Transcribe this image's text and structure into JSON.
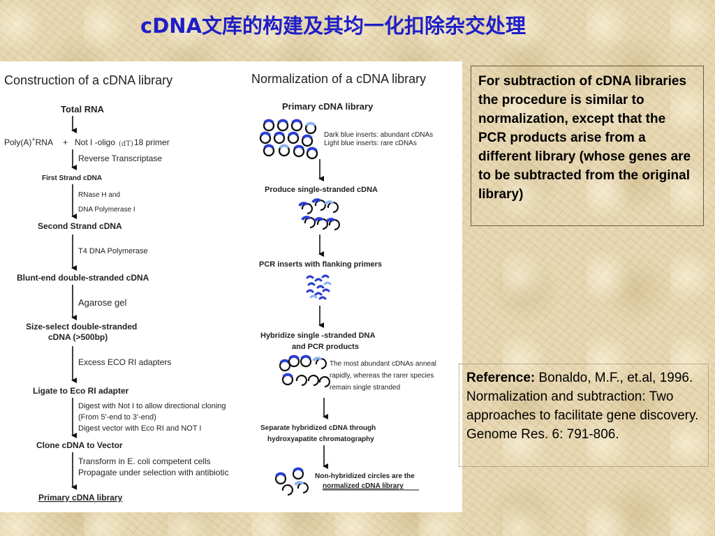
{
  "slide_title": "cDNA文库的构建及其均一化扣除杂交处理",
  "left_flow": {
    "heading": "Construction of a cDNA library",
    "total_rna": "Total RNA",
    "polya_rna": "Poly(A)",
    "polya_sup": "+",
    "polya_rna_suffix": "RNA",
    "plus": "+",
    "primer": "Not I -oligo",
    "primer_dt": "(dT)",
    "primer_suffix": "18 primer",
    "reverse_transcriptase": "Reverse Transcriptase",
    "first_strand": "First Strand cDNA",
    "rnase_h": "RNase H and",
    "dna_polymerase": "DNA Polymerase I",
    "second_strand": "Second Strand cDNA",
    "t4_polymerase": "T4 DNA Polymerase",
    "blunt_end": "Blunt-end double-stranded cDNA",
    "agarose_gel": "Agarose gel",
    "size_select_1": "Size-select double-stranded",
    "size_select_2": "cDNA (>500bp)",
    "excess_adapters": "Excess ECO RI adapters",
    "ligate": "Ligate to Eco RI adapter",
    "digest_1": "Digest with Not I to allow directional cloning",
    "digest_2": "(From 5'-end to 3'-end)",
    "digest_3": "Digest vector with Eco RI and NOT I",
    "clone": "Clone cDNA to Vector",
    "transform": "Transform in E. coli competent cells",
    "propagate": "Propagate under selection with antibiotic",
    "primary_library": "Primary cDNA library"
  },
  "right_flow": {
    "heading": "Normalization of a cDNA library",
    "primary_library": "Primary cDNA library",
    "dark_blue_legend": "Dark blue inserts: abundant cDNAs",
    "light_blue_legend": "Light blue  inserts: rare cDNAs",
    "produce_ss": "Produce single-stranded cDNA",
    "pcr_inserts": "PCR inserts with flanking primers",
    "hybridize_1": "Hybridize single -stranded DNA",
    "hybridize_2": "and PCR products",
    "anneal_1": "The most abundant cDNAs anneal",
    "anneal_2": "rapidly, whereas the rarer species",
    "anneal_3": "remain single stranded",
    "separate_1": "Separate hybridized cDNA through",
    "separate_2": "hydroxyapatite  chromatography",
    "nonhyb_1": "Non-hybridized circles are the",
    "nonhyb_2": "normalized cDNA library"
  },
  "subtraction_note": "For subtraction of cDNA libraries the procedure is similar to normalization, except that the PCR products arise from a different library (whose genes are to be subtracted from the original library)",
  "reference": {
    "label": "Reference:",
    "text": " Bonaldo, M.F., et.al, 1996. Normalization and subtraction: Two approaches to facilitate gene discovery. Genome Res. 6: 791-806."
  },
  "colors": {
    "title": "#1e1ec8",
    "dark_blue": "#2a3fcf",
    "light_blue": "#8fb4ee"
  }
}
